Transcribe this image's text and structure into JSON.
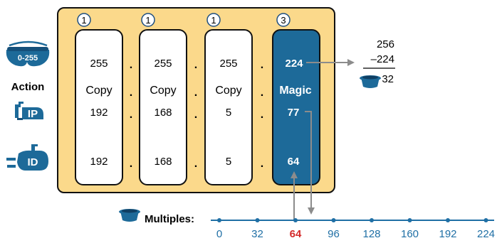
{
  "colors": {
    "panel_fill": "#fbd98b",
    "panel_stroke": "#111111",
    "magic_fill": "#1d6a99",
    "accent_blue": "#1f6fa5",
    "highlight_red": "#d42a2a",
    "arrow_gray": "#8c8c8c"
  },
  "step_numbers": [
    "1",
    "1",
    "1",
    "3"
  ],
  "row_labels": {
    "mask_icon_text": "0-255",
    "action": "Action",
    "ip_icon_text": "IP",
    "id_icon_text": "ID"
  },
  "octets": [
    {
      "mask": "255",
      "action": "Copy",
      "ip": "192",
      "id": "192"
    },
    {
      "mask": "255",
      "action": "Copy",
      "ip": "168",
      "id": "168"
    },
    {
      "mask": "255",
      "action": "Copy",
      "ip": "5",
      "id": "5"
    },
    {
      "mask": "224",
      "action": "Magic",
      "ip": "77",
      "id": "64"
    }
  ],
  "separator": ".",
  "subtraction": {
    "top": "256",
    "minus": "–224",
    "result": "32"
  },
  "multiples": {
    "label": "Multiples:",
    "values": [
      "0",
      "32",
      "64",
      "96",
      "128",
      "160",
      "192",
      "224"
    ],
    "highlight_index": 2
  },
  "icons": [
    "mask-goggles-icon",
    "ip-mailbox-icon",
    "id-submarine-icon",
    "magic-hat-icon"
  ]
}
